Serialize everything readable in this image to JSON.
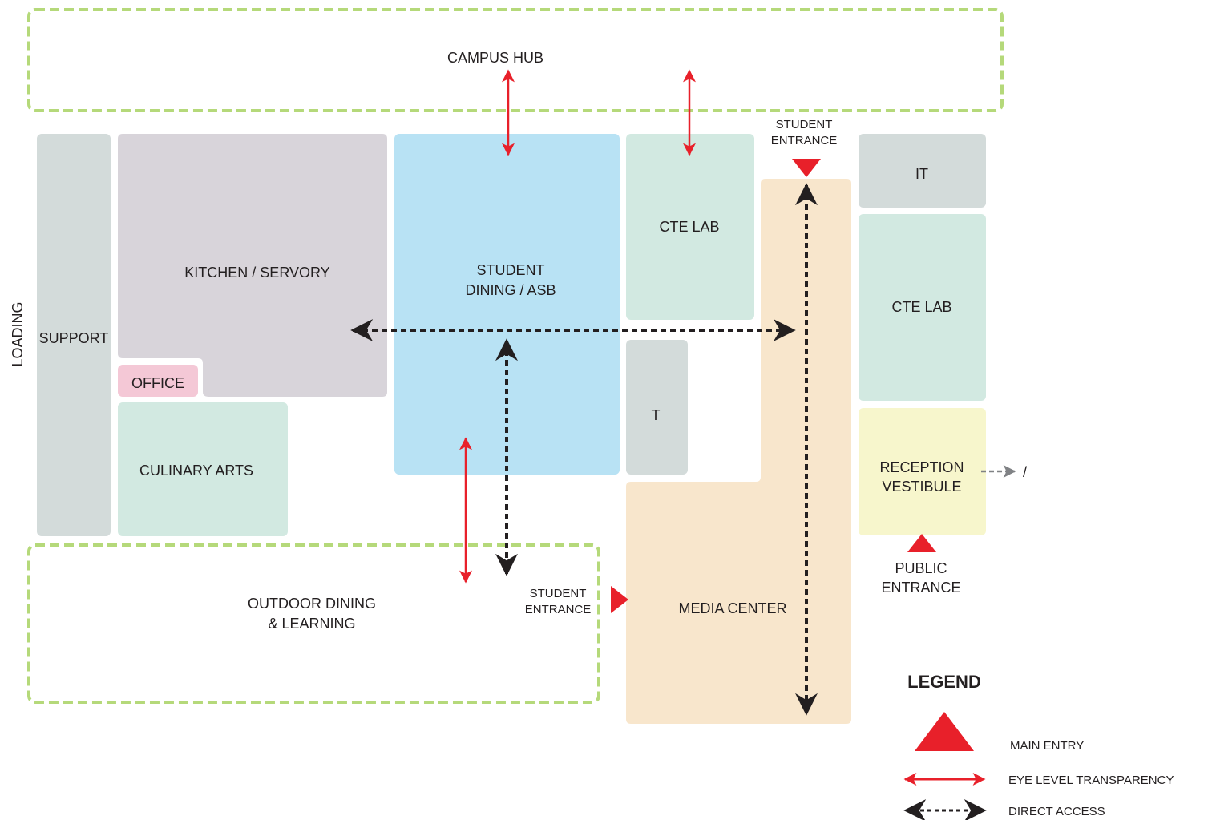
{
  "colors": {
    "zone_outline": "#b5d97a",
    "support": "#d3dbda",
    "kitchen": "#d8d4da",
    "office": "#f4c8d6",
    "culinary": "#d2e9e1",
    "dining": "#b8e2f4",
    "cte": "#d2e9e1",
    "teacher": "#d3dbda",
    "media": "#f8e6cc",
    "it": "#d3dbda",
    "reception": "#f7f6cc",
    "entry_red": "#e8202a",
    "access_black": "#231f20",
    "exit_gray": "#808285"
  },
  "zones": {
    "campus_hub": "CAMPUS HUB",
    "outdoor_line1": "OUTDOOR DINING",
    "outdoor_line2": "& LEARNING"
  },
  "rooms": {
    "support": "SUPPORT",
    "loading": "LOADING",
    "kitchen": "KITCHEN / SERVORY",
    "office": "OFFICE",
    "culinary": "CULINARY ARTS",
    "dining_line1": "STUDENT",
    "dining_line2": "DINING / ASB",
    "cte_lab_top": "CTE LAB",
    "teacher": "T",
    "media": "MEDIA CENTER",
    "it": "IT",
    "cte_lab_right": "CTE LAB",
    "reception_line1": "RECEPTION",
    "reception_line2": "VESTIBULE"
  },
  "entrances": {
    "student_top_line1": "STUDENT",
    "student_top_line2": "ENTRANCE",
    "student_side_line1": "STUDENT",
    "student_side_line2": "ENTRANCE",
    "public_line1": "PUBLIC",
    "public_line2": "ENTRANCE"
  },
  "legend": {
    "title": "LEGEND",
    "items": [
      {
        "symbol": "red-triangle",
        "label": "MAIN ENTRY"
      },
      {
        "symbol": "red-double-arrow",
        "label": "EYE LEVEL TRANSPARENCY"
      },
      {
        "symbol": "black-dashed-double-arrow",
        "label": "DIRECT ACCESS"
      }
    ]
  }
}
